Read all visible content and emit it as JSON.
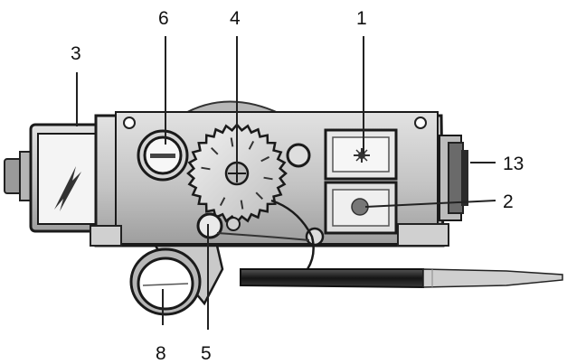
{
  "callouts": [
    {
      "id": "c1",
      "label": "1"
    },
    {
      "id": "c2",
      "label": "2"
    },
    {
      "id": "c3",
      "label": "3"
    },
    {
      "id": "c4",
      "label": "4"
    },
    {
      "id": "c5",
      "label": "5"
    },
    {
      "id": "c6",
      "label": "6"
    },
    {
      "id": "c8",
      "label": "8"
    },
    {
      "id": "c13",
      "label": "13"
    }
  ],
  "colors": {
    "body": "#cfcfcf",
    "body_shadow": "#9a9a9a",
    "outline": "#1a1a1a",
    "probe": "#2b2b2b"
  },
  "icons": [
    "flash-icon",
    "pilot-star-icon",
    "off-dot-icon"
  ]
}
